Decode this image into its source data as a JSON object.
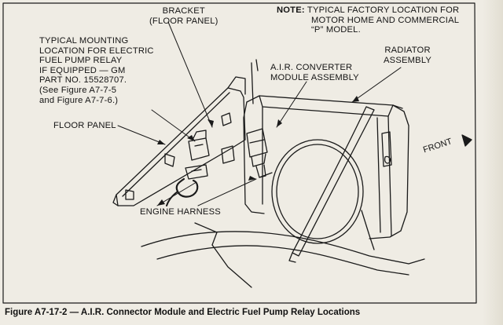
{
  "labels": {
    "bracket": [
      "BRACKET",
      "(FLOOR PANEL)"
    ],
    "note_label": "NOTE:",
    "note_lines": [
      "TYPICAL FACTORY LOCATION FOR",
      "MOTOR HOME AND COMMERCIAL",
      "“P” MODEL."
    ],
    "mounting": [
      "TYPICAL MOUNTING",
      "LOCATION FOR ELECTRIC",
      "FUEL PUMP RELAY",
      "IF EQUIPPED — GM",
      "PART NO. 15528707.",
      "(See Figure A7-7-5",
      "and Figure A7-7-6.)"
    ],
    "air_converter": [
      "A.I.R. CONVERTER",
      "MODULE ASSEMBLY"
    ],
    "radiator": [
      "RADIATOR",
      "ASSEMBLY"
    ],
    "floor_panel": "FLOOR PANEL",
    "front": "FRONT",
    "engine_harness": "ENGINE HARNESS"
  },
  "caption": "Figure A7-17-2 — A.I.R. Connector Module and Electric Fuel Pump Relay Locations"
}
